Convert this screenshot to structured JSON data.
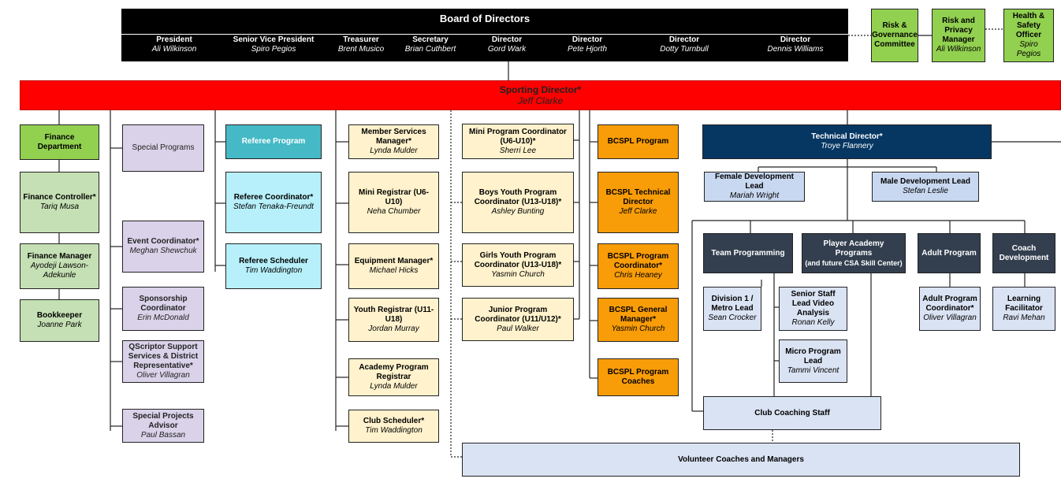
{
  "board": {
    "title": "Board of Directors",
    "members": [
      {
        "role": "President",
        "name": "Ali Wilkinson"
      },
      {
        "role": "Senior Vice President",
        "name": "Spiro Pegios"
      },
      {
        "role": "Treasurer",
        "name": "Brent Musico"
      },
      {
        "role": "Secretary",
        "name": "Brian Cuthbert"
      },
      {
        "role": "Director",
        "name": "Gord Wark"
      },
      {
        "role": "Director",
        "name": "Pete Hjorth"
      },
      {
        "role": "Director",
        "name": "Dotty Turnbull"
      },
      {
        "role": "Director",
        "name": "Dennis Williams"
      }
    ]
  },
  "committees": {
    "risk_governance": {
      "title": "Risk & Governance Committee"
    },
    "risk_privacy": {
      "title": "Risk and Privacy Manager",
      "name": "Ali Wilkinson"
    },
    "health_safety": {
      "title": "Health & Safety Officer",
      "name": "Spiro Pegios"
    }
  },
  "sporting_director": {
    "title": "Sporting Director*",
    "name": "Jeff Clarke"
  },
  "finance": {
    "department": {
      "title": "Finance Department"
    },
    "controller": {
      "title": "Finance Controller*",
      "name": "Tariq Musa"
    },
    "manager": {
      "title": "Finance Manager",
      "name": "Ayodeji Lawson-Adekunle"
    },
    "bookkeeper": {
      "title": "Bookkeeper",
      "name": "Joanne Park"
    }
  },
  "special": {
    "programs": {
      "title": "Special Programs"
    },
    "event": {
      "title": "Event Coordinator*",
      "name": "Meghan Shewchuk"
    },
    "sponsorship": {
      "title": "Sponsorship Coordinator",
      "name": "Erin McDonald"
    },
    "qscriptor": {
      "title": "QScriptor Support Services & District Representative*",
      "name": "Oliver Villagran"
    },
    "projects": {
      "title": "Special Projects Advisor",
      "name": "Paul Bassan"
    }
  },
  "referee": {
    "program": {
      "title": "Referee Program"
    },
    "coordinator": {
      "title": "Referee Coordinator*",
      "name": "Stefan Tenaka-Freundt"
    },
    "scheduler": {
      "title": "Referee Scheduler",
      "name": "Tim Waddington"
    }
  },
  "member_services": {
    "manager": {
      "title": "Member Services Manager*",
      "name": "Lynda Mulder"
    },
    "mini_registrar": {
      "title": "Mini Registrar (U6-U10)",
      "name": "Neha Chumber"
    },
    "equipment": {
      "title": "Equipment Manager*",
      "name": "Michael Hicks"
    },
    "youth_registrar": {
      "title": "Youth Registrar (U11-U18)",
      "name": "Jordan Murray"
    },
    "academy_registrar": {
      "title": "Academy Program Registrar",
      "name": "Lynda Mulder"
    },
    "club_scheduler": {
      "title": "Club Scheduler*",
      "name": "Tim Waddington"
    }
  },
  "programs": {
    "mini": {
      "title": "Mini Program Coordinator (U6-U10)*",
      "name": "Sherri Lee"
    },
    "boys": {
      "title": "Boys Youth Program Coordinator (U13-U18)*",
      "name": "Ashley Bunting"
    },
    "girls": {
      "title": "Girls Youth Program Coordinator (U13-U18)*",
      "name": "Yasmin Church"
    },
    "junior": {
      "title": "Junior Program Coordinator (U11/U12)*",
      "name": "Paul Walker"
    }
  },
  "bcspl": {
    "program": {
      "title": "BCSPL Program"
    },
    "technical": {
      "title": "BCSPL Technical Director",
      "name": "Jeff Clarke"
    },
    "coordinator": {
      "title": "BCSPL Program Coordinator*",
      "name": "Chris Heaney"
    },
    "gm": {
      "title": "BCSPL General Manager*",
      "name": "Yasmin Church"
    },
    "coaches": {
      "title": "BCSPL Program Coaches"
    }
  },
  "technical": {
    "director": {
      "title": "Technical Director*",
      "name": "Troye Flannery"
    },
    "female": {
      "title": "Female Development Lead",
      "name": "Mariah Wright"
    },
    "male": {
      "title": "Male Development Lead",
      "name": "Stefan Leslie"
    },
    "team_programming": {
      "title": "Team Programming"
    },
    "academy": {
      "title": "Player Academy Programs",
      "subtitle": "(and future CSA Skill Center)"
    },
    "adult": {
      "title": "Adult Program"
    },
    "coach_dev": {
      "title": "Coach Development"
    },
    "division1": {
      "title": "Division 1 / Metro Lead",
      "name": "Sean Crocker"
    },
    "senior_staff": {
      "title": "Senior Staff Lead Video Analysis",
      "name": "Ronan Kelly"
    },
    "micro": {
      "title": "Micro Program Lead",
      "name": "Tammi Vincent"
    },
    "adult_coord": {
      "title": "Adult Program Coordinator*",
      "name": "Oliver Villagran"
    },
    "learning": {
      "title": "Learning Facilitator",
      "name": "Ravi Mehan"
    },
    "club_coaching": {
      "title": "Club Coaching Staff"
    }
  },
  "volunteers": {
    "title": "Volunteer Coaches and Managers"
  },
  "colors": {
    "board": "#000000",
    "sporting_director": "#ff0000",
    "finance_header": "#92d050",
    "finance": "#c5e0b4",
    "special": "#d9d2e9",
    "referee_header": "#45b9c6",
    "referee": "#b7f0fa",
    "member_services": "#fff2cc",
    "bcspl": "#f89c08",
    "technical_director": "#063763",
    "technical_groups": "#333f4f",
    "technical_staff": "#dae3f3"
  }
}
